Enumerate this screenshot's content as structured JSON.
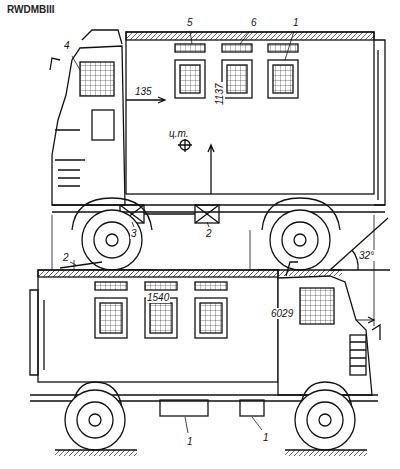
{
  "diagram": {
    "labels": [
      "RWDMBIII",
      "4",
      "5",
      "6",
      "1",
      "135",
      "1137",
      "ц.т.",
      "3",
      "2",
      "32°",
      "1540",
      "6029",
      "2",
      "1",
      "1"
    ]
  }
}
